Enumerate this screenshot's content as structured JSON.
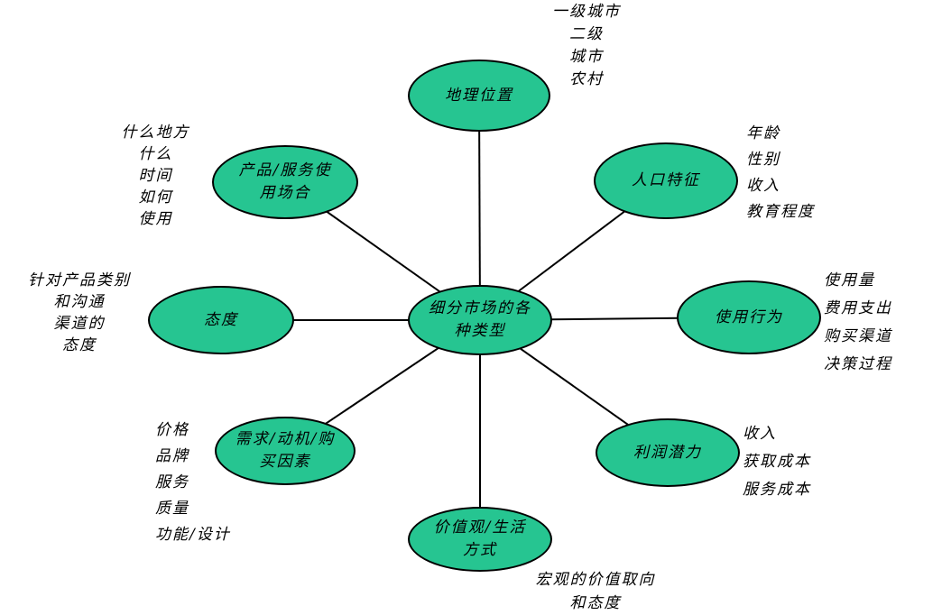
{
  "diagram": {
    "type": "radial-mind-map",
    "node_fill_color": "#26C591",
    "node_stroke_color": "#000000",
    "line_color": "#000000",
    "center": {
      "label": "细分市场的各\n种类型"
    },
    "nodes": {
      "geography": {
        "label": "地理位置",
        "note": "一级城市\n二级\n城市\n农村"
      },
      "demographics": {
        "label": "人口特征",
        "note": "年龄\n性别\n收入\n教育程度"
      },
      "usage_behavior": {
        "label": "使用行为",
        "note": "使用量\n费用支出\n购买渠道\n决策过程"
      },
      "profit_potential": {
        "label": "利润潜力",
        "note": "收入\n获取成本\n服务成本"
      },
      "values_lifestyle": {
        "label": "价值观/生活\n方式",
        "note": "宏观的价值取向\n和态度"
      },
      "needs_motivation_purchase": {
        "label": "需求/动机/购\n买因素",
        "note": "价格\n品牌\n服务\n质量\n功能/设计"
      },
      "attitude": {
        "label": "态度",
        "note": "针对产品类别\n和沟通\n渠道的\n态度"
      },
      "product_service_occasion": {
        "label": "产品/服务使\n用场合",
        "note": "什么地方\n什么\n时间\n如何\n使用"
      }
    }
  }
}
